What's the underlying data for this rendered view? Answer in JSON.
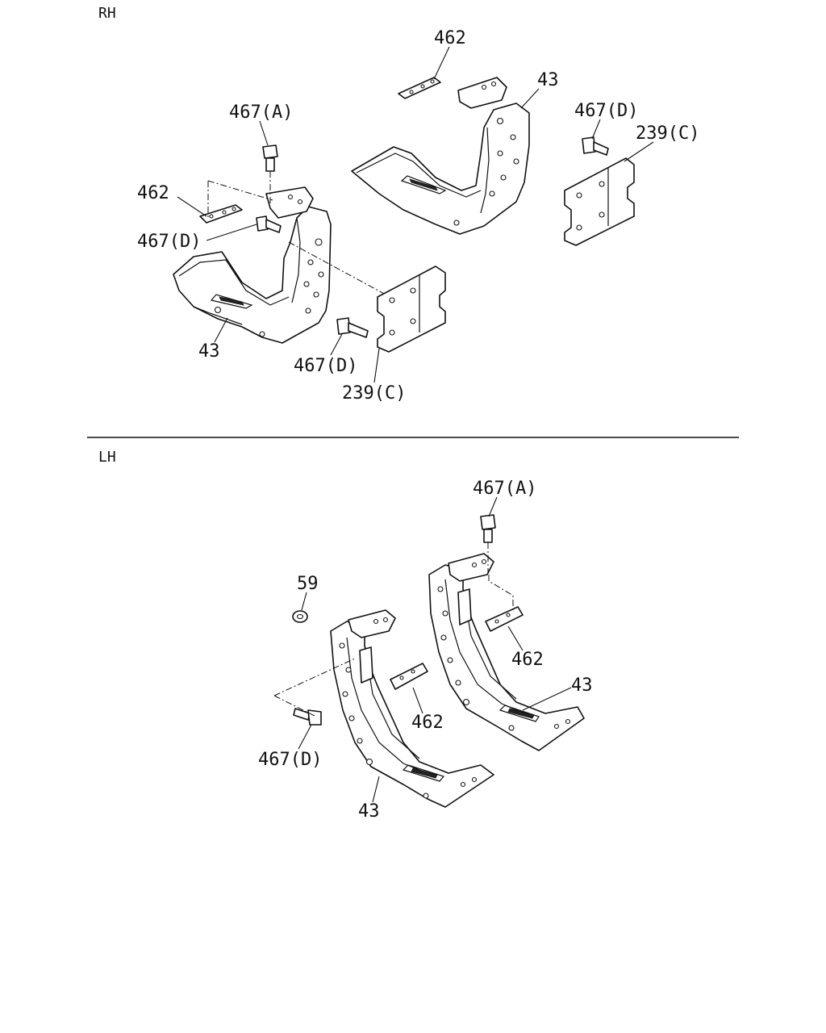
{
  "sections": {
    "rh": {
      "label": "RH"
    },
    "lh": {
      "label": "LH"
    }
  },
  "callouts": {
    "rh": {
      "c462_top": "462",
      "c43_top": "43",
      "c467A": "467(A)",
      "c467D_right": "467(D)",
      "c239C_right": "239(C)",
      "c462_left": "462",
      "c467D_left": "467(D)",
      "c43_bottom": "43",
      "c467D_bottom": "467(D)",
      "c239C_bottom": "239(C)"
    },
    "lh": {
      "c467A": "467(A)",
      "c59": "59",
      "c462_right": "462",
      "c43_right": "43",
      "c462_center": "462",
      "c467D": "467(D)",
      "c43_bottom": "43"
    }
  }
}
